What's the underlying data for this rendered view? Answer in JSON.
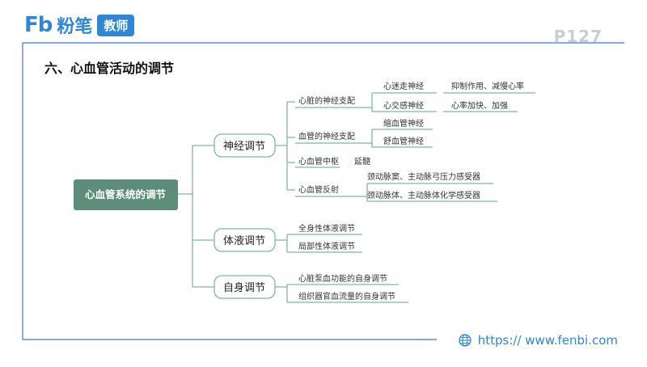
{
  "header": {
    "logo_mark": "Fb",
    "brand": "粉笔",
    "badge": "教师",
    "page_number": "P127"
  },
  "section_title": "六、心血管活动的调节",
  "mindmap": {
    "root": "心血管系统的调节",
    "branches": [
      {
        "label": "神经调节",
        "children": [
          {
            "label": "心脏的神经支配",
            "children": [
              {
                "label": "心迷走神经",
                "note": "抑制作用、减慢心率"
              },
              {
                "label": "心交感神经",
                "note": "心率加快、加强"
              }
            ]
          },
          {
            "label": "血管的神经支配",
            "children": [
              {
                "label": "缩血管神经"
              },
              {
                "label": "舒血管神经"
              }
            ]
          },
          {
            "label": "心血管中枢",
            "note": "延髓"
          },
          {
            "label": "心血管反射",
            "children": [
              {
                "label": "颈动脉窦、主动脉弓压力感受器"
              },
              {
                "label": "颈动脉体、主动脉体化学感受器"
              }
            ]
          }
        ]
      },
      {
        "label": "体液调节",
        "children": [
          {
            "label": "全身性体液调节"
          },
          {
            "label": "局部性体液调节"
          }
        ]
      },
      {
        "label": "自身调节",
        "children": [
          {
            "label": "心脏泵血功能的自身调节"
          },
          {
            "label": "组织器官血流量的自身调节"
          }
        ]
      }
    ]
  },
  "footer": {
    "url": "https:// www.fenbi.com",
    "icon": "globe-icon"
  },
  "colors": {
    "brand_blue": "#2f86d6",
    "root_fill": "#5e8c7b",
    "line": "#7fb6a6",
    "frame_line": "#3c77c9"
  }
}
